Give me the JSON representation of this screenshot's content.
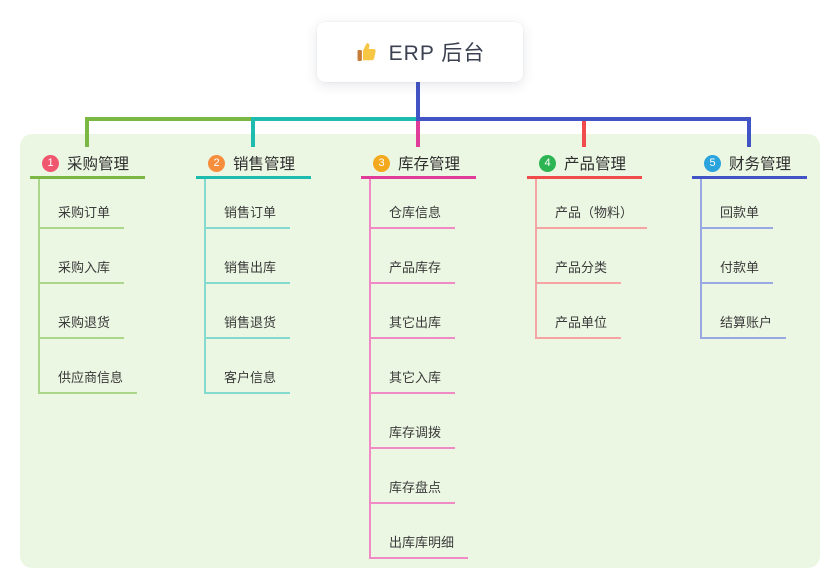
{
  "root": {
    "label": "ERP 后台",
    "icon": "thumbs-up-icon"
  },
  "canvas": {
    "background": "#ffffff",
    "panel_background": "#ebf7e3",
    "root_connector_color": "#4254c5"
  },
  "branches": [
    {
      "index": "1",
      "title": "采购管理",
      "colors": {
        "line": "#7ab843",
        "light": "#abd78a",
        "badge": "#f1566f"
      },
      "children": [
        "采购订单",
        "采购入库",
        "采购退货",
        "供应商信息"
      ]
    },
    {
      "index": "2",
      "title": "销售管理",
      "colors": {
        "line": "#1dbcae",
        "light": "#84dace",
        "badge": "#f78e3d"
      },
      "children": [
        "销售订单",
        "销售出库",
        "销售退货",
        "客户信息"
      ]
    },
    {
      "index": "3",
      "title": "库存管理",
      "colors": {
        "line": "#e03d9b",
        "light": "#ef8ac5",
        "badge": "#f3a81d"
      },
      "children": [
        "仓库信息",
        "产品库存",
        "其它出库",
        "其它入库",
        "库存调拨",
        "库存盘点",
        "出库库明细"
      ]
    },
    {
      "index": "4",
      "title": "产品管理",
      "colors": {
        "line": "#f04c4d",
        "light": "#f6a3a3",
        "badge": "#2eb553"
      },
      "children": [
        "产品（物料）",
        "产品分类",
        "产品单位"
      ]
    },
    {
      "index": "5",
      "title": "财务管理",
      "colors": {
        "line": "#4254c5",
        "light": "#97a8e3",
        "badge": "#2ba4de"
      },
      "children": [
        "回款单",
        "付款单",
        "结算账户"
      ]
    }
  ]
}
